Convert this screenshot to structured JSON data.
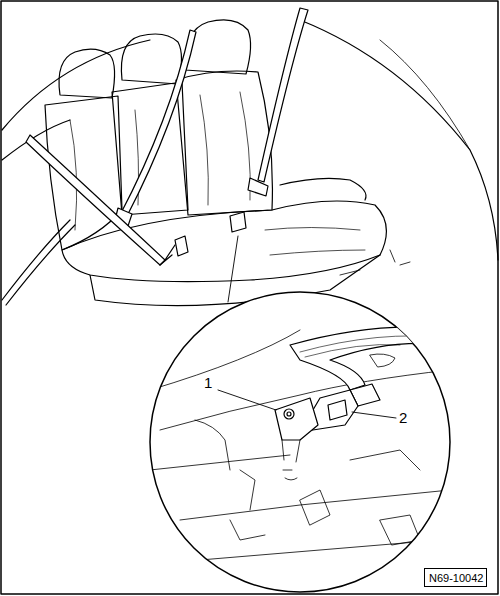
{
  "diagram": {
    "nodes": [
      {
        "text": [
          "N69-10042"
        ]
      }
    ],
    "labels": [
      "1",
      "2"
    ]
  }
}
